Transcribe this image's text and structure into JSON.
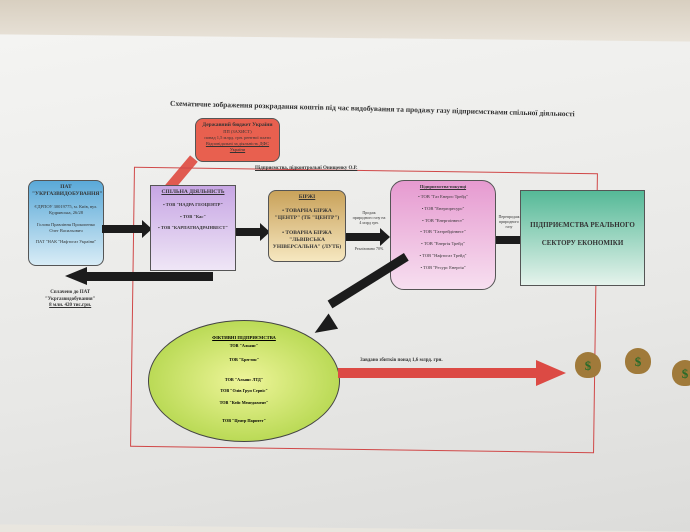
{
  "title": "Схематичне зображення розкрадання коштів під час видобування та продажу газу підприємствами спільної діяльності",
  "state_budget": {
    "heading": "Державний бюджет України",
    "line1": "ПП (ЗАХИСТ)",
    "line2": "понад 1,5 млрд. грн. рентної плати",
    "line3": "Відповідальні за діяльність ДФС України"
  },
  "frame_label": "Підприємства, підконтрольні Онищенку О.Р.",
  "ukrgaz": {
    "heading": "ПАТ \"УКРГАЗВИДОБУВАННЯ\"",
    "line1": "ЄДРПОУ 30019775, м. Київ, вул. Кудрявська, 26/28",
    "line2": "Голова Правління Прокопенко Олег Васильович",
    "line3": "ПАТ \"НАК \"Нафтогаз України\""
  },
  "joint": {
    "heading": "СПІЛЬНА ДІЯЛЬНІСТЬ",
    "items": [
      "• ТОВ \"НАДРА ГЕОЦЕНТР\"",
      "• ТОВ \"Кас\"",
      "• ТОВ \"КАРПАТНАДРАІНВЕСТ\""
    ]
  },
  "returned": {
    "line1": "Сплачено до ПАТ",
    "line2": "\"Укргазвидобування\"",
    "line3": "8 млн. 420 тис.грн."
  },
  "exchanges": {
    "heading": "БІРЖІ",
    "item1": "• ТОВАРНА БІРЖА \"ЦЕНТР\" (ТБ \"ЦЕНТР\")",
    "item2": "• ТОВАРНА БІРЖА \"ЛЬВІВСЬКА УНІВЕРСАЛЬНА\" (ЛУТБ)"
  },
  "sale_note": "Продаж природного газу на 4 млрд грн.",
  "sale_note2": "Реалізовано 70%",
  "buyers": {
    "heading": "Підприємства-покупці",
    "items": [
      "• ТОВ \"Газ Енерго Трейд\"",
      "• ТОВ \"Енергоресурс\"",
      "• ТОВ \"Енергоінвест\"",
      "• ТОВ \"Газтрейдінвест\"",
      "• ТОВ \"Енергія Трейд\"",
      "• ТОВ \"Нафтогаз Трейд\"",
      "• ТОВ \"Ресурс Енергія\""
    ]
  },
  "resale_note": "Перепродаж природного газу",
  "real_sector": {
    "line1": "ПІДПРИЄМСТВА РЕАЛЬНОГО",
    "line2": "СЕКТОРУ ЕКОНОМІКИ"
  },
  "fictitious": {
    "heading": "ФІКТИВНІ ПІДПРИЄМСТВА",
    "items": [
      "ТОВ \"Альянс\"",
      "ТОВ \"Брегтон\"",
      "ТОВ \"Альянс ЛТД\"",
      "ТОВ \"Олів Груп Сервіс\"",
      "ТОВ \"Кейс Менеджмент\"",
      "ТОВ \"Центр Паритет\""
    ]
  },
  "damage": "Завдано збитків понад 1,6 млрд. грн."
}
